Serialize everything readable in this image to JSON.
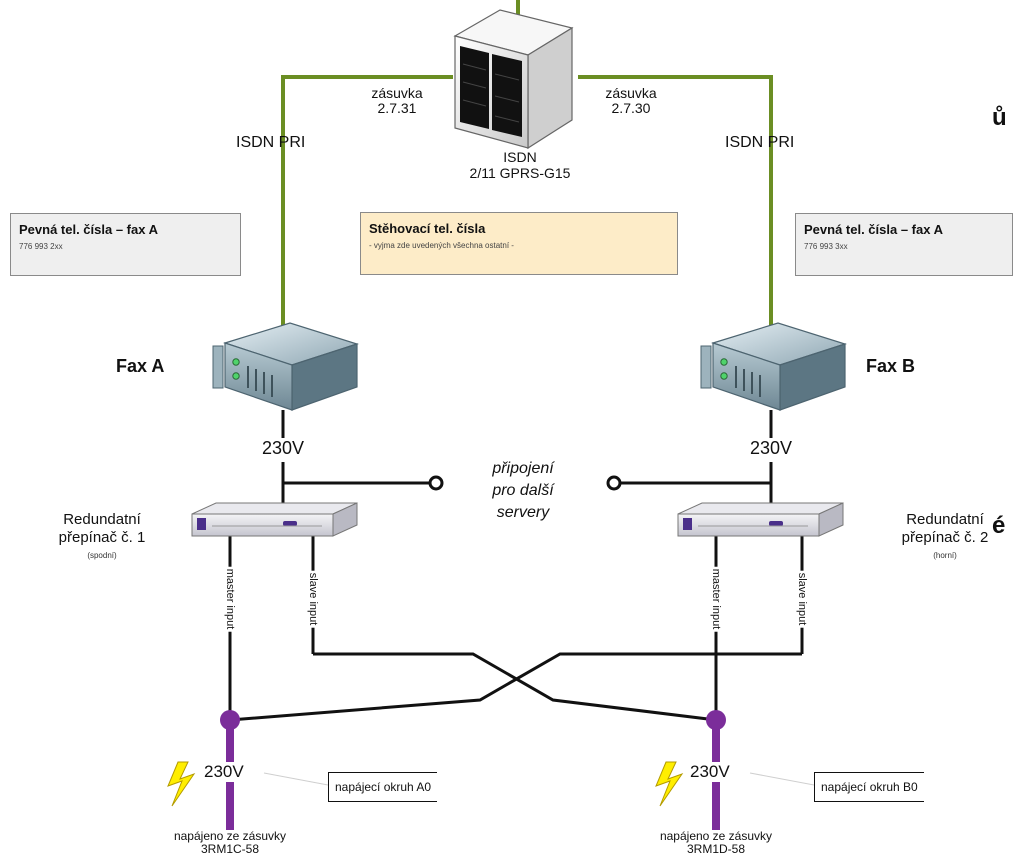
{
  "edge_fragments": {
    "top": "ů",
    "bottom": "é"
  },
  "isdn_server": {
    "name": "ISDN",
    "model": "2/11 GPRS-G15",
    "left_socket_label": "zásuvka",
    "left_socket_id": "2.7.31",
    "right_socket_label": "zásuvka",
    "right_socket_id": "2.7.30"
  },
  "links": {
    "left": "ISDN PRI",
    "right": "ISDN PRI"
  },
  "boxes": {
    "left": {
      "title": "Pevná tel. čísla – fax A",
      "subtitle": "776 993 2xx"
    },
    "middle": {
      "title": "Stěhovací tel. čísla",
      "subtitle": "- vyjma zde uvedených všechna ostatní -"
    },
    "right": {
      "title": "Pevná tel. čísla – fax A",
      "subtitle": "776 993 3xx"
    }
  },
  "fax_servers": {
    "left": "Fax A",
    "right": "Fax B"
  },
  "voltage": "230V",
  "connection_note": {
    "line1": "připojení",
    "line2": "pro další",
    "line3": "servery"
  },
  "switches": {
    "left": {
      "line1": "Redundatní",
      "line2": "přepínač č. 1",
      "position": "(spodní)"
    },
    "right": {
      "line1": "Redundatní",
      "line2": "přepínač č. 2",
      "position": "(horní)"
    }
  },
  "inputs": {
    "master": "master input",
    "slave": "slave input"
  },
  "power": {
    "left": {
      "voltage": "230V",
      "circuit": "napájecí okruh A0",
      "source_line1": "napájeno ze zásuvky",
      "source_line2": "3RM1C-58"
    },
    "right": {
      "voltage": "230V",
      "circuit": "napájecí okruh B0",
      "source_line1": "napájeno ze zásuvky",
      "source_line2": "3RM1D-58"
    }
  },
  "colors": {
    "isdn_line": "#6b8e23",
    "power_line": "#7b2d9a",
    "wire": "#111111",
    "accent_box": "#fdecc8",
    "box_gray": "#efefef",
    "bolt": "#ffee00"
  }
}
